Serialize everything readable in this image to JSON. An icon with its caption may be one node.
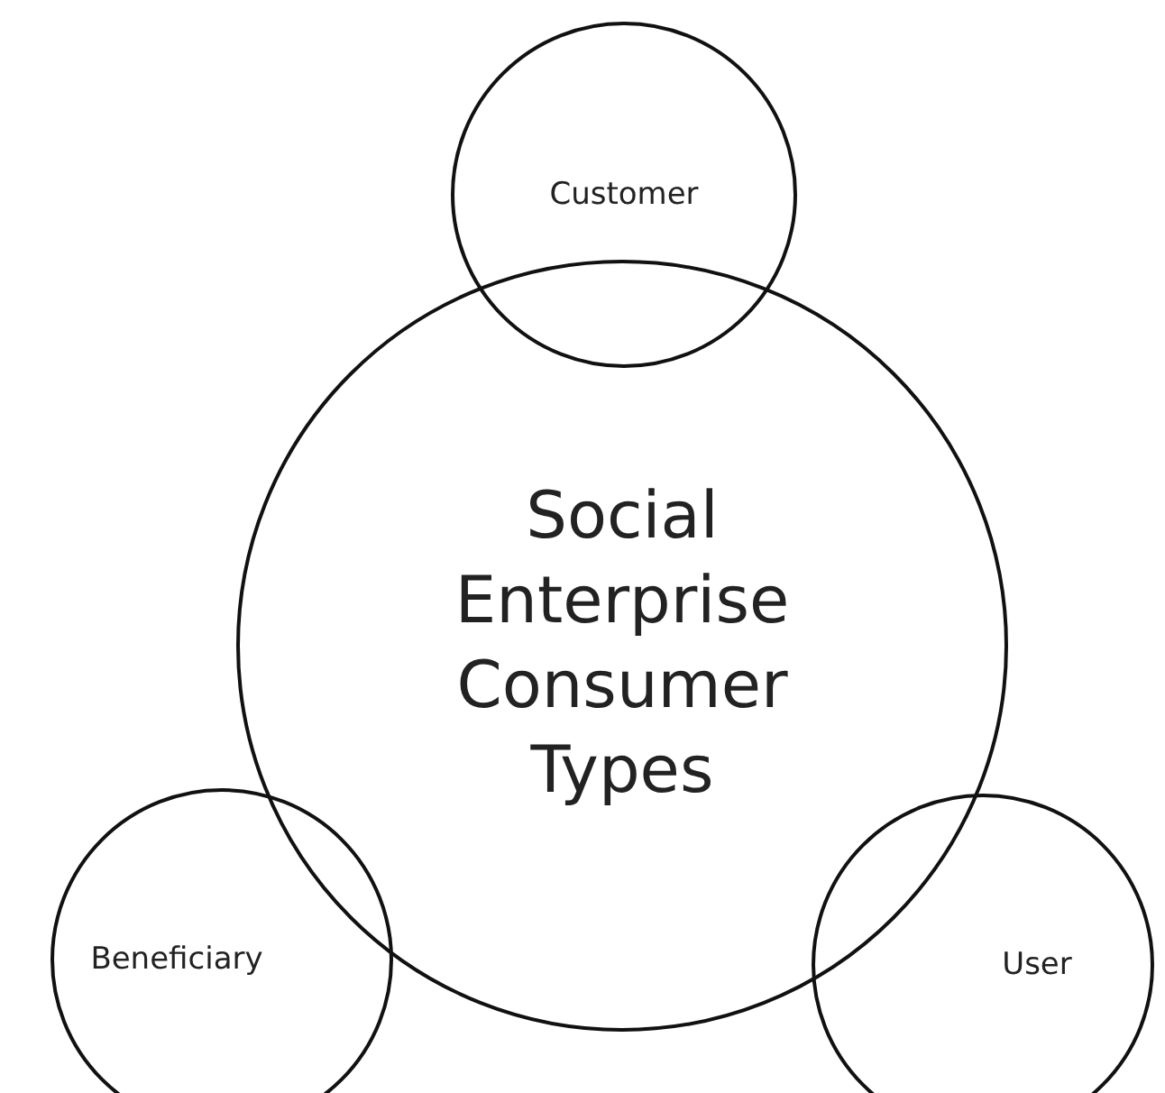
{
  "diagram": {
    "nodes": [
      {
        "text": [
          "Customer"
        ]
      },
      {
        "text": [
          "Social Enterprise Consumer Types"
        ]
      },
      {
        "text": [
          "Beneficiary"
        ]
      },
      {
        "text": [
          "User"
        ]
      }
    ]
  }
}
